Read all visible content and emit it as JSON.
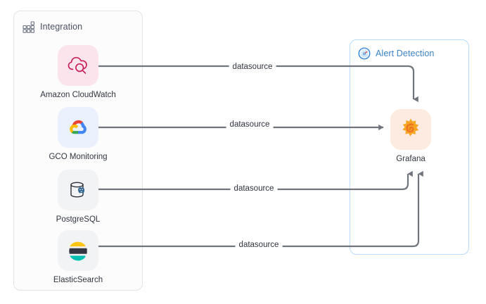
{
  "diagram": {
    "type": "architecture-flow",
    "groups": [
      {
        "id": "integration",
        "title": "Integration",
        "icon": "grid-squares-icon",
        "border_color": "#e2e4e8",
        "title_color": "#4a5160"
      },
      {
        "id": "alert-detection",
        "title": "Alert Detection",
        "icon": "gauge-icon",
        "border_color": "#b9dcfb",
        "title_color": "#3b83c9"
      }
    ],
    "nodes": [
      {
        "id": "cloudwatch",
        "label": "Amazon CloudWatch",
        "icon": "amazon-cloudwatch-icon",
        "tile_color": "#fbe4ec"
      },
      {
        "id": "gco",
        "label": "GCO Monitoring",
        "icon": "google-cloud-icon",
        "tile_color": "#eaf1fd"
      },
      {
        "id": "postgres",
        "label": "PostgreSQL",
        "icon": "postgresql-icon",
        "tile_color": "#f2f3f5"
      },
      {
        "id": "elastic",
        "label": "ElasticSearch",
        "icon": "elasticsearch-icon",
        "tile_color": "#f2f3f5"
      },
      {
        "id": "grafana",
        "label": "Grafana",
        "icon": "grafana-icon",
        "tile_color": "#fdeae0"
      }
    ],
    "edges": [
      {
        "id": "cw-grafana",
        "from": "cloudwatch",
        "to": "grafana",
        "label": "datasource"
      },
      {
        "id": "gco-grafana",
        "from": "gco",
        "to": "grafana",
        "label": "datasource"
      },
      {
        "id": "pg-grafana",
        "from": "postgres",
        "to": "grafana",
        "label": "datasource"
      },
      {
        "id": "es-grafana",
        "from": "elastic",
        "to": "grafana",
        "label": "datasource"
      }
    ],
    "edge_color": "#70757d"
  }
}
